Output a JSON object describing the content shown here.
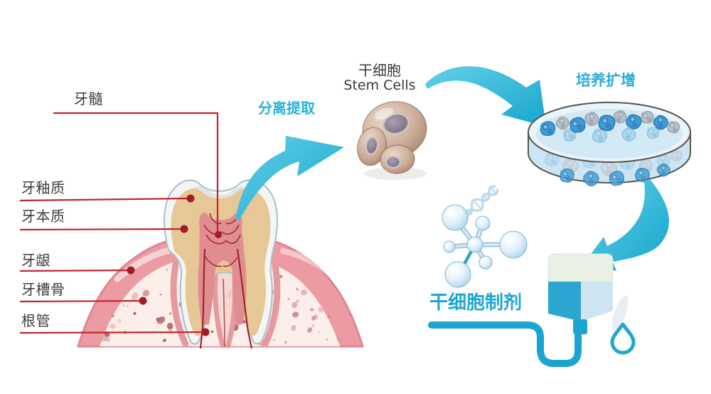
{
  "labels": {
    "tooth_parts": [
      {
        "text": "牙髓"
      },
      {
        "text": "牙釉质"
      },
      {
        "text": "牙本质"
      },
      {
        "text": "牙龈"
      },
      {
        "text": "牙槽骨"
      },
      {
        "text": "根管"
      }
    ],
    "extraction_step": "分离提取",
    "stem_cells_zh": "干细胞",
    "stem_cells_en": "Stem Cells",
    "culture_step": "培养扩增",
    "product": "干细胞制剂"
  },
  "colors": {
    "leader_line": "#c1272d",
    "leader_dot": "#a01d24",
    "part_label_text": "#3e3e3e",
    "step_label_text": "#29b2d8",
    "arrow": "#3bbddc",
    "tube": "#1ba4d2",
    "bag_top": "#e8f1e3",
    "bag_left": "#2ca6d1",
    "bag_right": "#cfe4f3"
  },
  "icons": [
    {
      "name": "tooth-cross-section"
    },
    {
      "name": "stem-cells"
    },
    {
      "name": "petri-dish"
    },
    {
      "name": "molecule"
    },
    {
      "name": "dna-helix"
    },
    {
      "name": "iv-bag"
    },
    {
      "name": "droplet"
    },
    {
      "name": "curved-arrow"
    }
  ]
}
